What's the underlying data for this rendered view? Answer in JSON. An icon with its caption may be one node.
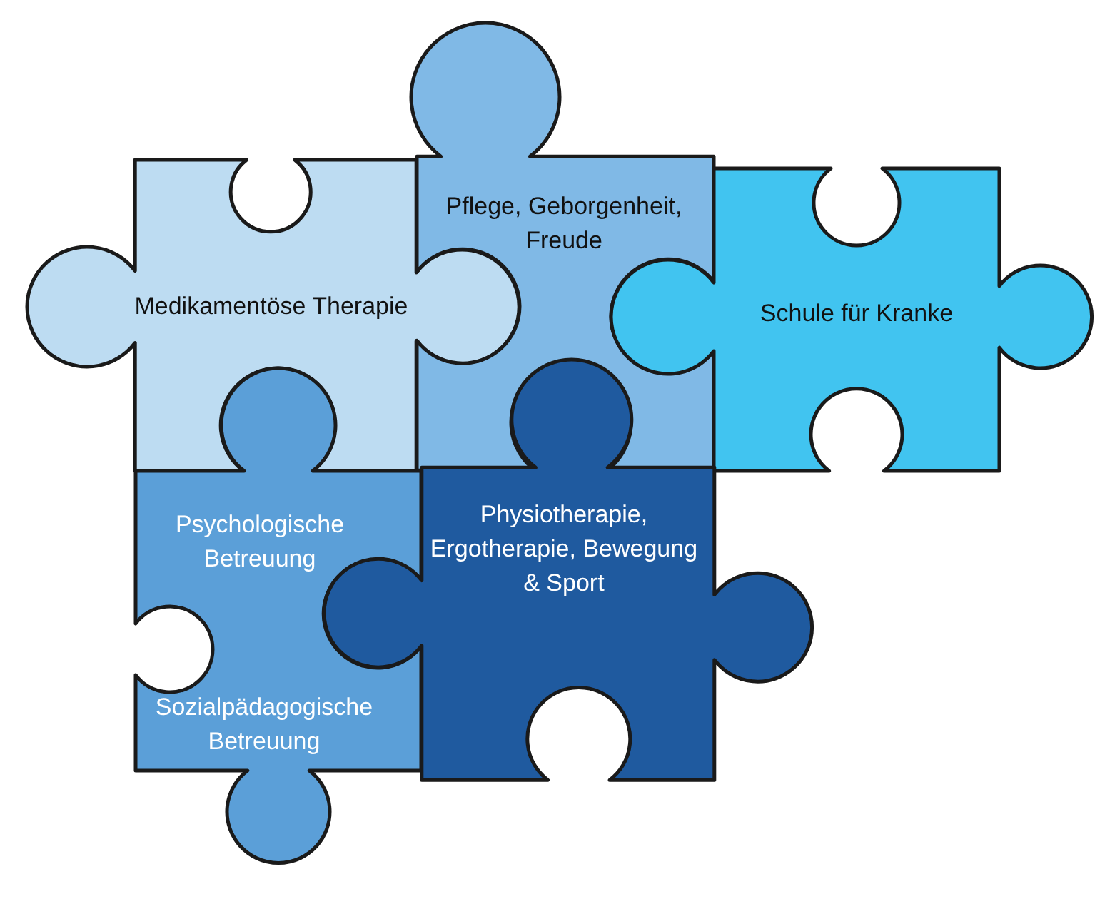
{
  "diagram": {
    "nodes": [
      {
        "text": [
          "Medikamentöse Therapie"
        ]
      },
      {
        "text": [
          "Pflege, Geborgenheit, Freude"
        ]
      },
      {
        "text": [
          "Schule für Kranke"
        ]
      },
      {
        "text": [
          "Psychologische Betreuung",
          "Sozialpädagogische Betreuung"
        ]
      },
      {
        "text": [
          "Physiotherapie, Ergotherapie, Bewegung & Sport"
        ]
      }
    ]
  }
}
